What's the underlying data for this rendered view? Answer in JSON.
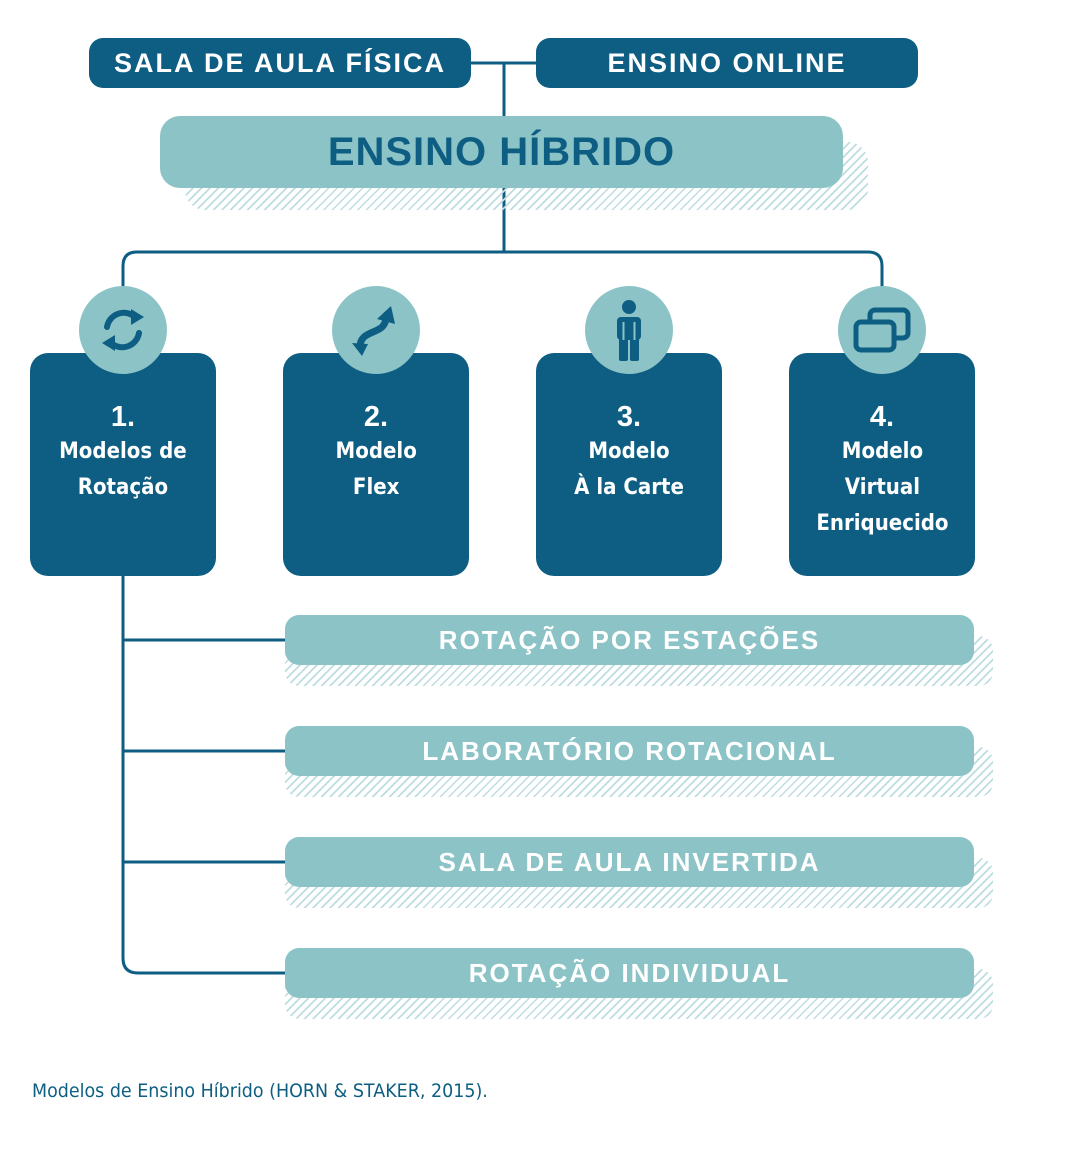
{
  "top": {
    "left_label": "SALA DE AULA FÍSICA",
    "right_label": "ENSINO ONLINE"
  },
  "main": {
    "label": "ENSINO HÍBRIDO"
  },
  "models": [
    {
      "number": "1.",
      "label": "Modelos de\nRotação",
      "icon": "rotate-arrows-icon"
    },
    {
      "number": "2.",
      "label": "Modelo\nFlex",
      "icon": "flex-arrow-icon"
    },
    {
      "number": "3.",
      "label": "Modelo\nÀ la Carte",
      "icon": "person-icon"
    },
    {
      "number": "4.",
      "label": "Modelo\nVirtual\nEnriquecido",
      "icon": "screens-icon"
    }
  ],
  "rotation_types": [
    {
      "label": "ROTAÇÃO POR ESTAÇÕES"
    },
    {
      "label": "LABORATÓRIO ROTACIONAL"
    },
    {
      "label": "SALA DE AULA INVERTIDA"
    },
    {
      "label": "ROTAÇÃO INDIVIDUAL"
    }
  ],
  "caption": "Modelos de Ensino Híbrido (HORN & STAKER, 2015).",
  "colors": {
    "dark_blue": "#0d5e82",
    "light_teal": "#8cc3c7",
    "white": "#ffffff"
  }
}
